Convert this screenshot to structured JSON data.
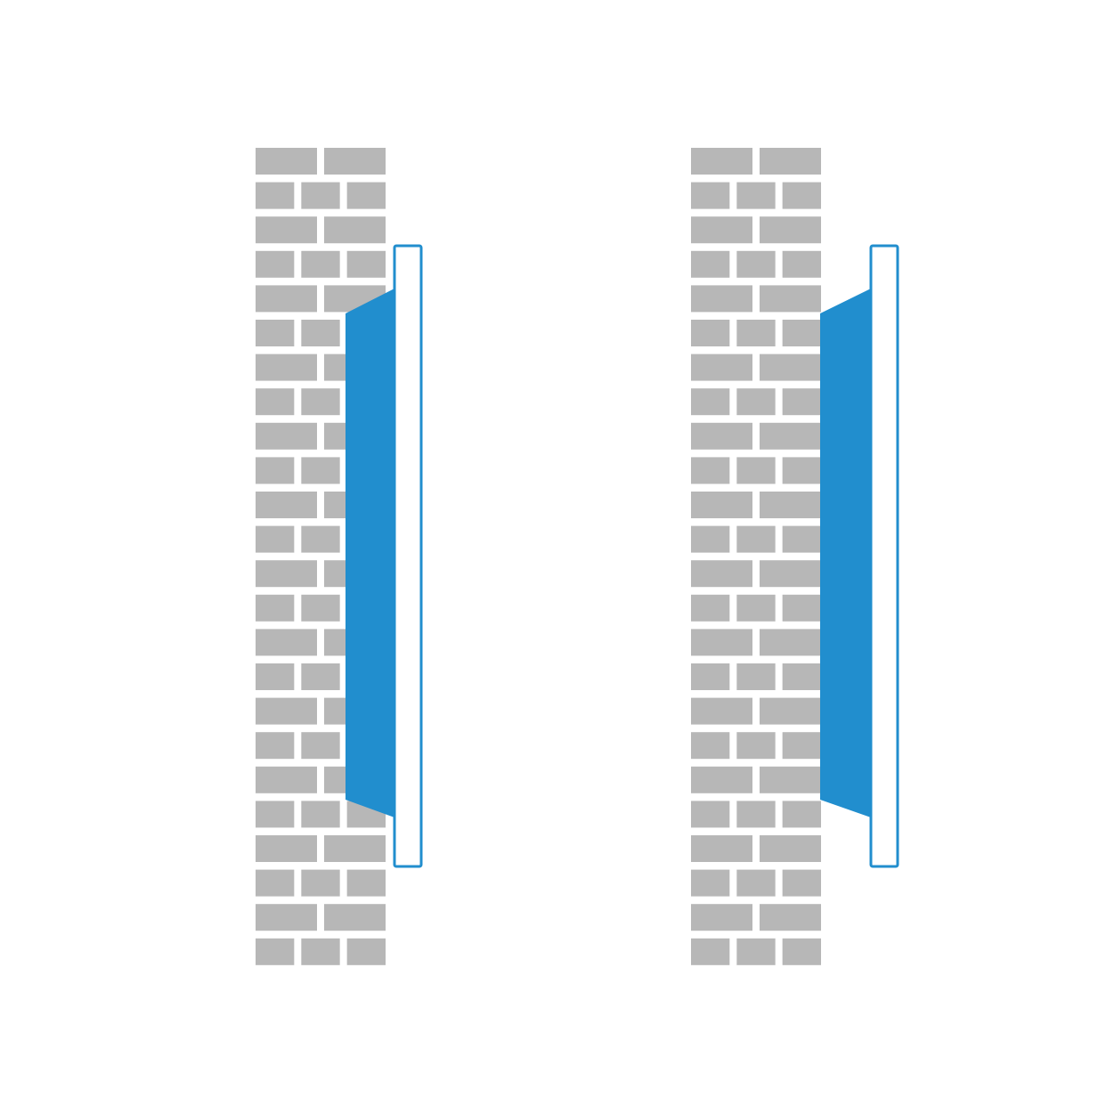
{
  "diagram": {
    "background_color": "#ffffff",
    "brick_color": "#b7b7b7",
    "mount_color": "#218ece",
    "panel_fill": "#ffffff",
    "panel_stroke": "#218ece",
    "figures": [
      {
        "id": "left",
        "name": "wall-mount-assembly-left",
        "brick_rows": 24
      },
      {
        "id": "right",
        "name": "wall-mount-assembly-right",
        "brick_rows": 24
      }
    ]
  }
}
